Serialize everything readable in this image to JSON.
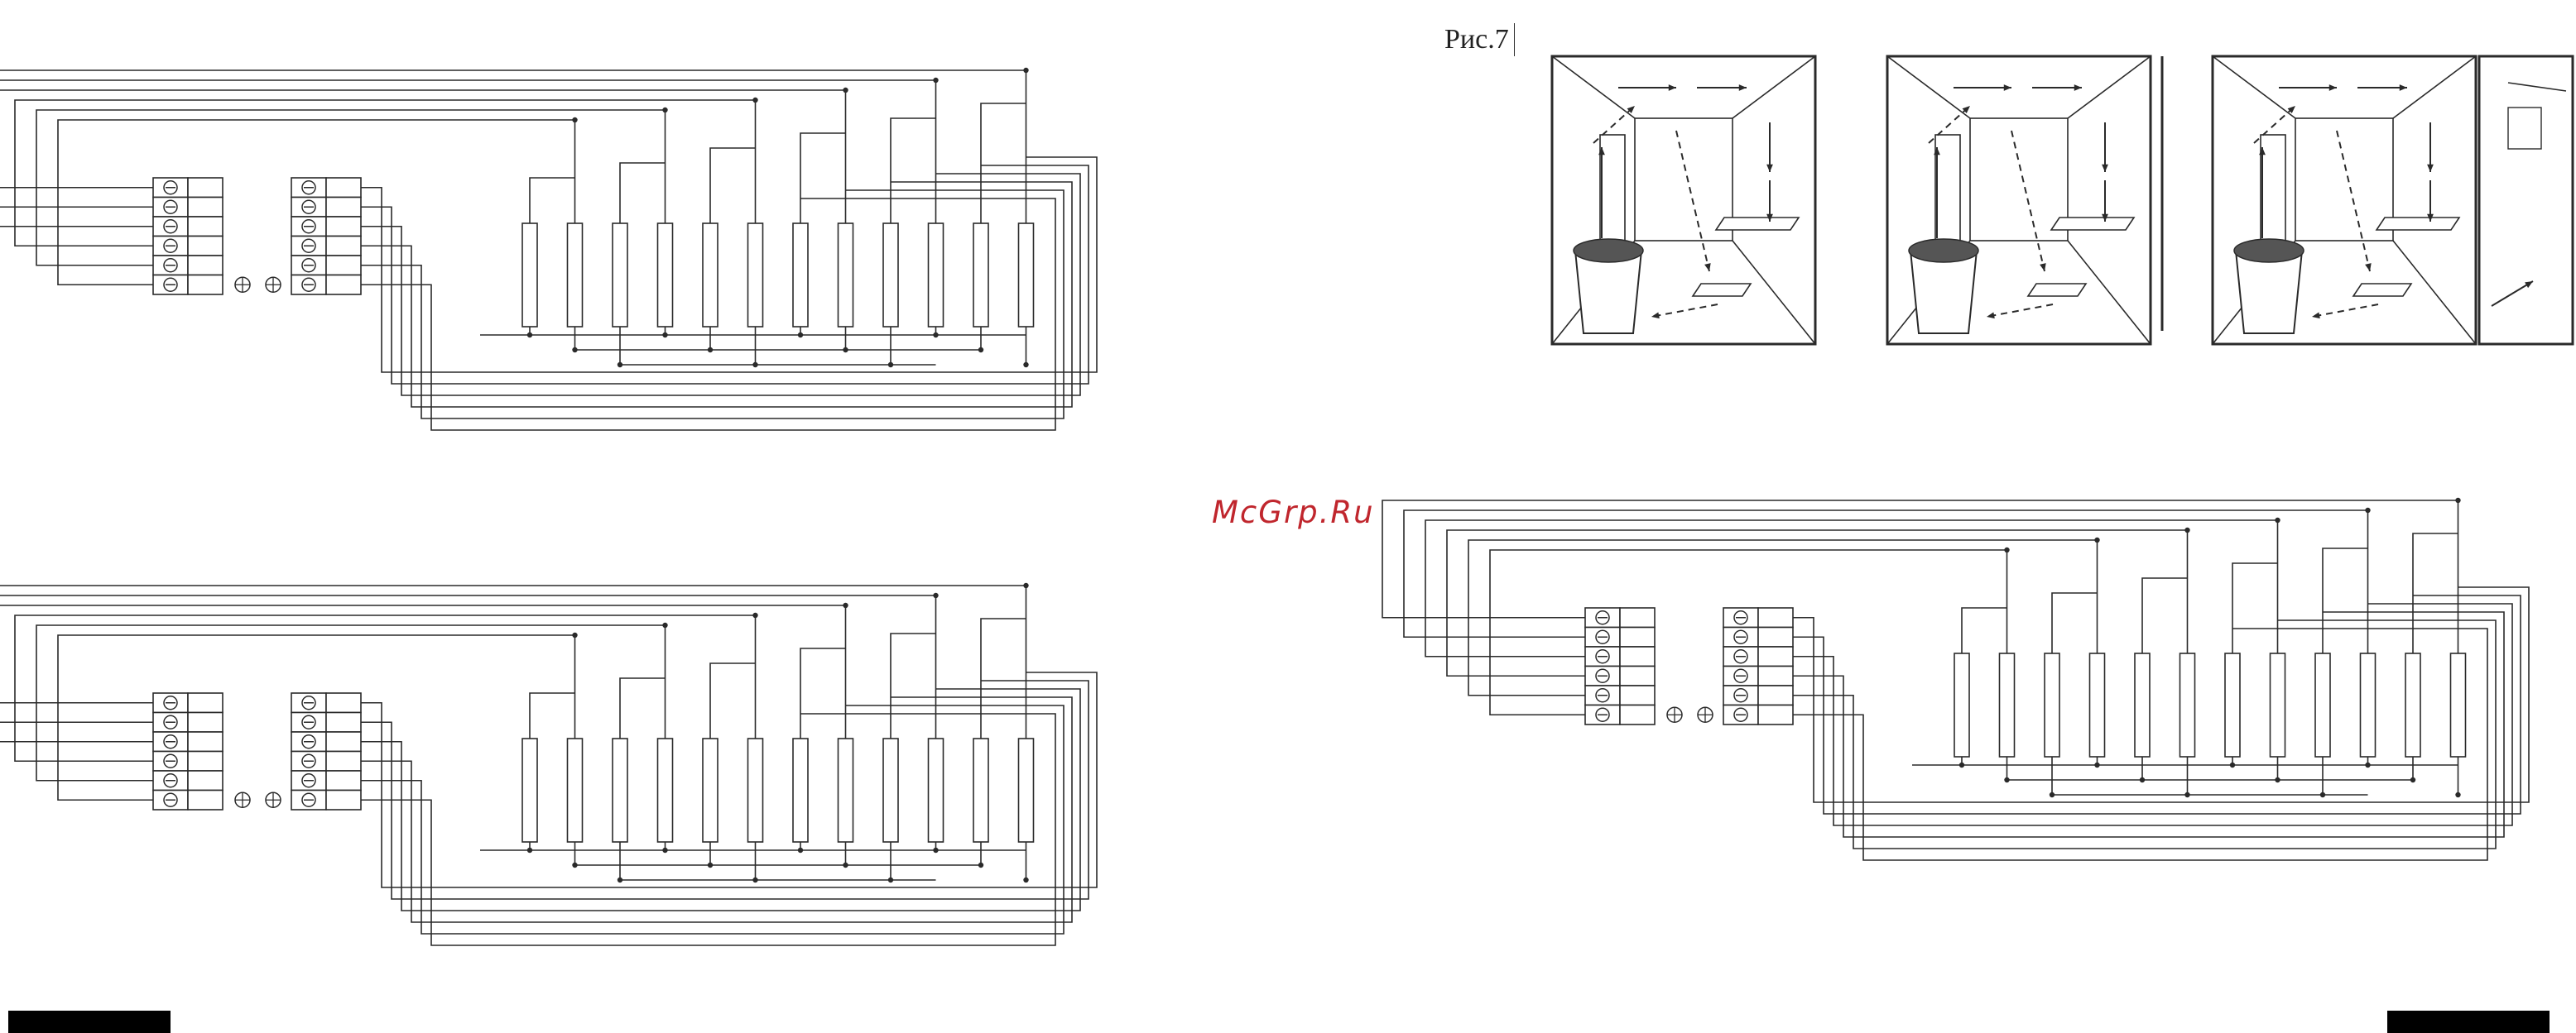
{
  "figure_label": "Рис.7",
  "watermark": {
    "text": "McGrp.Ru",
    "color": "#c0262d"
  },
  "diagrams": [
    {
      "name": "wiring-diagram-top-left",
      "heaters": 12,
      "terminals_left": 6,
      "terminals_right": 6
    },
    {
      "name": "wiring-diagram-bottom-left",
      "heaters": 12,
      "terminals_left": 6,
      "terminals_right": 6
    },
    {
      "name": "wiring-diagram-bottom-right",
      "heaters": 12,
      "terminals_left": 6,
      "terminals_right": 6
    }
  ],
  "ventilation_panels": [
    {
      "name": "sauna-ventilation-panel-1"
    },
    {
      "name": "sauna-ventilation-panel-2"
    },
    {
      "name": "sauna-ventilation-panel-3"
    }
  ],
  "colors": {
    "line": "#2a2a2a",
    "page_bar": "#000000"
  }
}
